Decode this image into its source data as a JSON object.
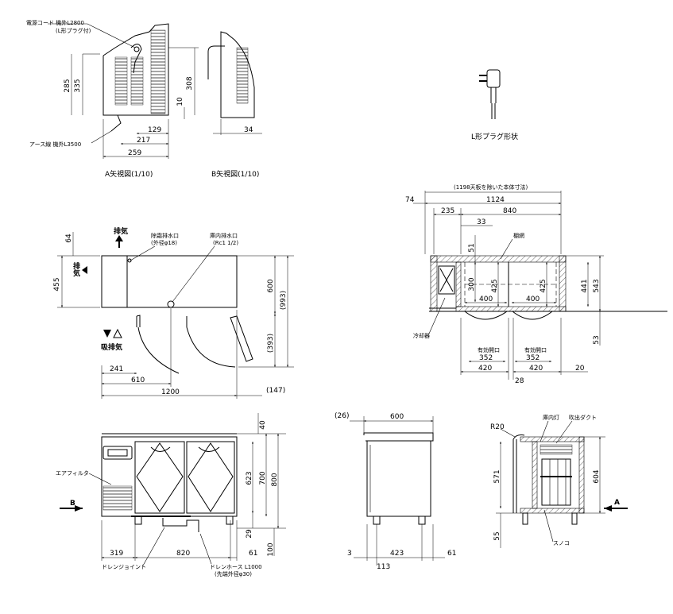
{
  "top_views": {
    "power_cord": "電源コード 機外L2800",
    "plug_note": "(L形プラグ付)",
    "earth_wire": "アース線 機外L3500",
    "dim_335": "335",
    "dim_285": "285",
    "dim_308": "308",
    "dim_10": "10",
    "dim_129": "129",
    "dim_217": "217",
    "dim_259": "259",
    "dim_34": "34",
    "view_a": "A矢視図(1/10)",
    "view_b": "B矢視図(1/10)",
    "plug_shape": "L形プラグ形状"
  },
  "plan_view": {
    "exhaust": "排気",
    "exhaust_v": "排気",
    "intake_exhaust": "吸排気",
    "defrost_drain": "除霜排水口",
    "defrost_drain_note": "(外径φ18)",
    "inner_drain": "庫内排水口",
    "inner_drain_note": "(Rc1 1/2)",
    "dim_64": "64",
    "dim_455": "455",
    "dim_600": "600",
    "dim_993": "(993)",
    "dim_393": "(393)",
    "dim_241": "241",
    "dim_610": "610",
    "dim_1200": "1200",
    "dim_147": "(147)"
  },
  "section_view": {
    "overall_note": "(1198天板を除いた本体寸法)",
    "dim_74": "74",
    "dim_1124": "1124",
    "dim_235": "235",
    "dim_840": "840",
    "dim_33": "33",
    "dim_51": "51",
    "dim_300": "300",
    "dim_425a": "425",
    "dim_425b": "425",
    "dim_400a": "400",
    "dim_400b": "400",
    "dim_441": "441",
    "dim_543": "543",
    "dim_53": "53",
    "shelf_net": "棚網",
    "cooler": "冷却器",
    "opening_a": "有効開口",
    "opening_b": "有効開口",
    "dim_352a": "352",
    "dim_352b": "352",
    "dim_420a": "420",
    "dim_420b": "420",
    "dim_20": "20",
    "dim_28": "28"
  },
  "front_view": {
    "air_filter": "エアフィルタ",
    "arrow_b": "B",
    "dim_40": "40",
    "dim_623": "623",
    "dim_700": "700",
    "dim_800": "800",
    "dim_29": "29",
    "dim_100": "100",
    "dim_319": "319",
    "dim_820": "820",
    "dim_61": "61",
    "drain_joint": "ドレンジョイント",
    "drain_hose": "ドレンホース L1000",
    "drain_hose_note": "(先端外径φ30)"
  },
  "side_view": {
    "dim_26": "(26)",
    "dim_600": "600",
    "dim_3": "3",
    "dim_113": "113",
    "dim_423": "423",
    "dim_61": "61"
  },
  "cross_section": {
    "r20": "R20",
    "inner_light": "庫内灯",
    "duct": "吹出ダクト",
    "dim_571": "571",
    "dim_604": "604",
    "dim_55": "55",
    "sunoko": "スノコ",
    "arrow_a": "A"
  }
}
